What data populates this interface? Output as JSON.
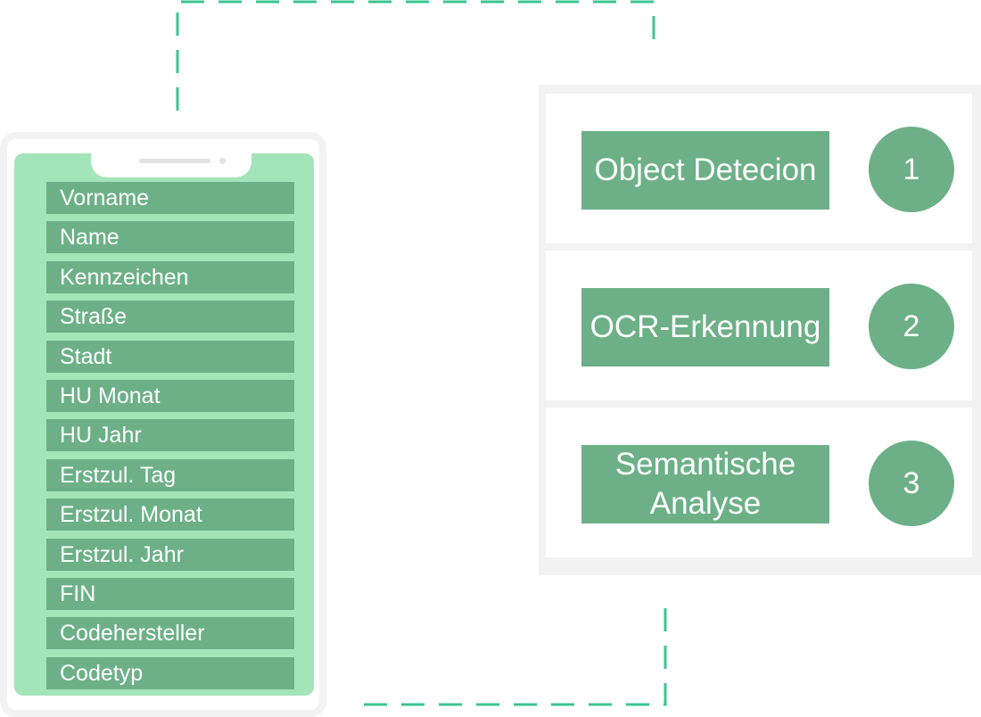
{
  "form_fields": [
    "Vorname",
    "Name",
    "Kennzeichen",
    "Straße",
    "Stadt",
    "HU Monat",
    "HU Jahr",
    "Erstzul. Tag",
    "Erstzul. Monat",
    "Erstzul. Jahr",
    "FIN",
    "Codehersteller",
    "Codetyp"
  ],
  "steps": [
    {
      "label": "Object Detecion",
      "number": "1"
    },
    {
      "label": "OCR-Erkennung",
      "number": "2"
    },
    {
      "label": "Semantische Analyse",
      "number": "3"
    }
  ],
  "colors": {
    "screen": "#a3e4b9",
    "box": "#6db088",
    "frame": "#f2f2f2",
    "connector": "#3cc690",
    "text": "#ffffff"
  }
}
